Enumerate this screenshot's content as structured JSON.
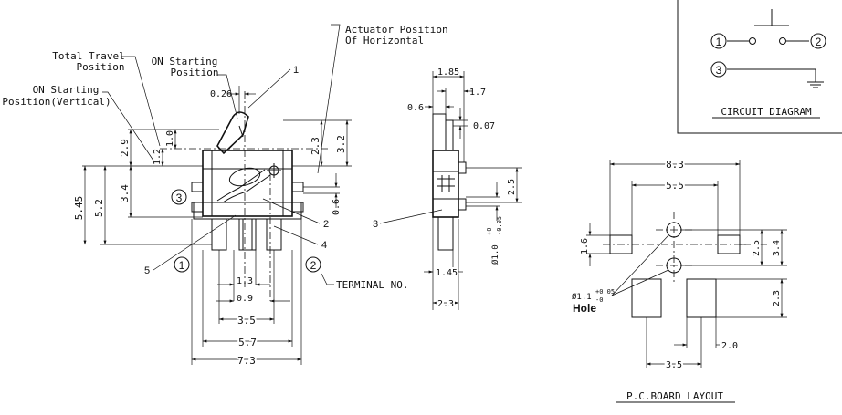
{
  "side_view": {
    "callouts": {
      "actuator_horizontal": "Actuator Position\nOf Horizontal",
      "total_travel": "Total Travel\nPosition",
      "on_starting": "ON Starting\nPosition",
      "on_starting_vertical": "ON Starting\nPosition(Vertical)",
      "terminal_no": "TERMINAL NO."
    },
    "part_numbers": {
      "p1": "1",
      "p2": "2",
      "p3": "3",
      "p4": "4",
      "p5": "5"
    },
    "terminal_markers": {
      "t1": "1",
      "t2": "2",
      "t3": "3"
    },
    "dimensions": {
      "d026": "0.26",
      "d29": "2.9",
      "d12": "1.2",
      "d10": "1.0",
      "d23": "2.3",
      "d32": "3.2",
      "d545": "5.45",
      "d52": "5.2",
      "d34": "3.4",
      "d06": "0.6",
      "d13": "1.3",
      "d09": "0.9",
      "d35": "3.5",
      "d57": "5.7",
      "d73": "7.3"
    }
  },
  "front_view": {
    "dimensions": {
      "d185": "1.85",
      "d17": "1.7",
      "d06": "0.6",
      "d007": "0.07",
      "d25": "2.5",
      "d10tol": "Ø1.0",
      "d10sup": "+0",
      "d10sub": "-0.05",
      "d145": "1.45",
      "d23": "2.3"
    },
    "part_number": "3"
  },
  "circuit_diagram": {
    "title": "CIRCUIT DIAGRAM",
    "terminals": {
      "t1": "1",
      "t2": "2",
      "t3": "3"
    }
  },
  "pcb_layout": {
    "title": "P.C.BOARD LAYOUT",
    "hole_label": "Hole",
    "hole_dim": "Ø1.1",
    "hole_sup": "+0.05",
    "hole_sub": "-0",
    "dimensions": {
      "d83": "8.3",
      "d55": "5.5",
      "d16": "1.6",
      "d25": "2.5",
      "d34": "3.4",
      "d23": "2.3",
      "d20": "2.0",
      "d35": "3.5"
    }
  }
}
